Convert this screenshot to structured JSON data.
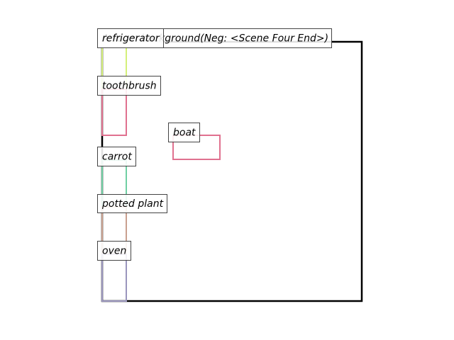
{
  "diagram": {
    "scene": {
      "label": "A room background(Neg: <Scene Four End>)",
      "color": "#000000"
    },
    "boxes": [
      {
        "id": "refrigerator",
        "label": "refrigerator",
        "color": "#d4f07a"
      },
      {
        "id": "toothbrush",
        "label": "toothbrush",
        "color": "#e0718f"
      },
      {
        "id": "boat",
        "label": "boat",
        "color": "#e0718f"
      },
      {
        "id": "carrot",
        "label": "carrot",
        "color": "#6fcfa3"
      },
      {
        "id": "potted-plant",
        "label": "potted plant",
        "color": "#c9a08f"
      },
      {
        "id": "oven",
        "label": "oven",
        "color": "#9a95bd"
      }
    ]
  }
}
